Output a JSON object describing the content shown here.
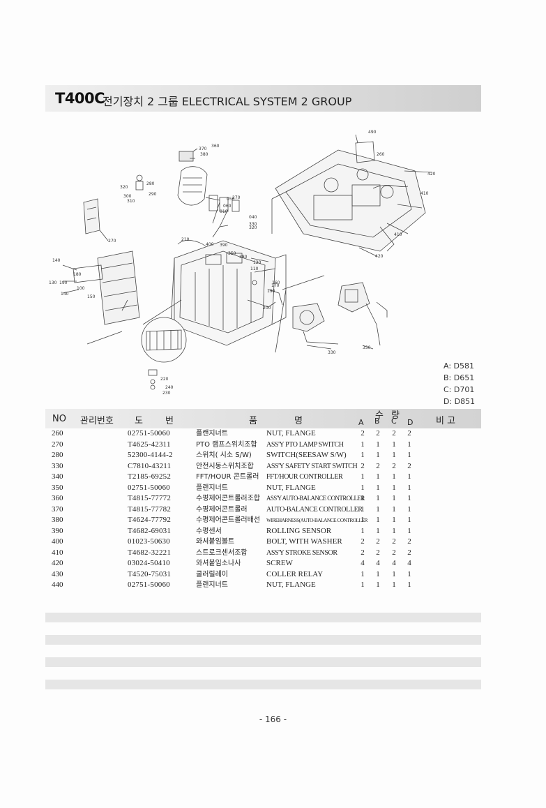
{
  "title": {
    "model": "T400C",
    "text": "전기장치 2 그룹  ELECTRICAL SYSTEM 2 GROUP"
  },
  "diagram": {
    "labels": [
      "490",
      "260",
      "420",
      "410",
      "410",
      "420",
      "370",
      "360",
      "380",
      "320",
      "280",
      "300",
      "290",
      "310",
      "270",
      "050",
      "060",
      "040",
      "010",
      "330",
      "200",
      "210",
      "270",
      "400",
      "390",
      "350",
      "380",
      "160",
      "120",
      "110",
      "170",
      "190",
      "200",
      "140",
      "130",
      "150",
      "180",
      "100",
      "220",
      "240",
      "230",
      "330",
      "330"
    ]
  },
  "models": [
    "A: D581",
    "B: D651",
    "C: D701",
    "D: D851"
  ],
  "table_header": {
    "no": "NO",
    "mgmt": "관리번호",
    "drawing_1": "도",
    "drawing_2": "번",
    "name_1": "품",
    "name_2": "명",
    "qty_1": "수",
    "qty_2": "량",
    "qa": "A",
    "qb": "B",
    "qc": "C",
    "qd": "D",
    "remarks": "비  고"
  },
  "rows": [
    {
      "no": "260",
      "part": "02751-50060",
      "kr": "플랜지너트",
      "en": "NUT, FLANGE",
      "a": "2",
      "b": "2",
      "c": "2",
      "d": "2"
    },
    {
      "no": "270",
      "part": "T4625-42311",
      "kr": "PTO 램프스위치조합",
      "en": "ASS'Y PTO LAMP SWITCH",
      "a": "1",
      "b": "1",
      "c": "1",
      "d": "1"
    },
    {
      "no": "280",
      "part": "52300-4144-2",
      "kr": "스위치( 시소 S/W)",
      "en": "SWITCH(SEESAW S/W)",
      "a": "1",
      "b": "1",
      "c": "1",
      "d": "1"
    },
    {
      "no": "330",
      "part": "C7810-43211",
      "kr": "안전시동스위치조합",
      "en": "ASS'Y SAFETY START SWITCH",
      "a": "2",
      "b": "2",
      "c": "2",
      "d": "2"
    },
    {
      "no": "340",
      "part": "T2185-69252",
      "kr": "FFT/HOUR 콘트롤러",
      "en": "FFT/HOUR CONTROLLER",
      "a": "1",
      "b": "1",
      "c": "1",
      "d": "1"
    },
    {
      "no": "350",
      "part": "02751-50060",
      "kr": "플랜지너트",
      "en": "NUT, FLANGE",
      "a": "1",
      "b": "1",
      "c": "1",
      "d": "1"
    },
    {
      "no": "360",
      "part": "T4815-77772",
      "kr": "수평제어콘트롤러조합",
      "en": "ASS'Y AUTO-BALANCE CONTROLLER",
      "a": "1",
      "b": "1",
      "c": "1",
      "d": "1"
    },
    {
      "no": "370",
      "part": "T4815-77782",
      "kr": "수평제어콘트롤러",
      "en": "AUTO-BALANCE CONTROLLER",
      "a": "1",
      "b": "1",
      "c": "1",
      "d": "1"
    },
    {
      "no": "380",
      "part": "T4624-77792",
      "kr": "수평제어콘트롤러배선",
      "en": "WIREHARNESS(AUTO-BALANCE CONTROLLER",
      "a": "1",
      "b": "1",
      "c": "1",
      "d": "1"
    },
    {
      "no": "390",
      "part": "T4682-69031",
      "kr": "수평센서",
      "en": "ROLLING SENSOR",
      "a": "1",
      "b": "1",
      "c": "1",
      "d": "1"
    },
    {
      "no": "400",
      "part": "01023-50630",
      "kr": "와셔붙임볼트",
      "en": "BOLT, WITH WASHER",
      "a": "2",
      "b": "2",
      "c": "2",
      "d": "2"
    },
    {
      "no": "410",
      "part": "T4682-32221",
      "kr": "스트로크센서조합",
      "en": "ASS'Y STROKE SENSOR",
      "a": "2",
      "b": "2",
      "c": "2",
      "d": "2"
    },
    {
      "no": "420",
      "part": "03024-50410",
      "kr": "와셔붙임소나사",
      "en": "SCREW",
      "a": "4",
      "b": "4",
      "c": "4",
      "d": "4"
    },
    {
      "no": "430",
      "part": "T4520-75031",
      "kr": "쿨러릴레이",
      "en": "COLLER RELAY",
      "a": "1",
      "b": "1",
      "c": "1",
      "d": "1"
    },
    {
      "no": "440",
      "part": "02751-50060",
      "kr": "플랜지너트",
      "en": "NUT, FLANGE",
      "a": "1",
      "b": "1",
      "c": "1",
      "d": "1"
    }
  ],
  "page_number": "- 166 -"
}
